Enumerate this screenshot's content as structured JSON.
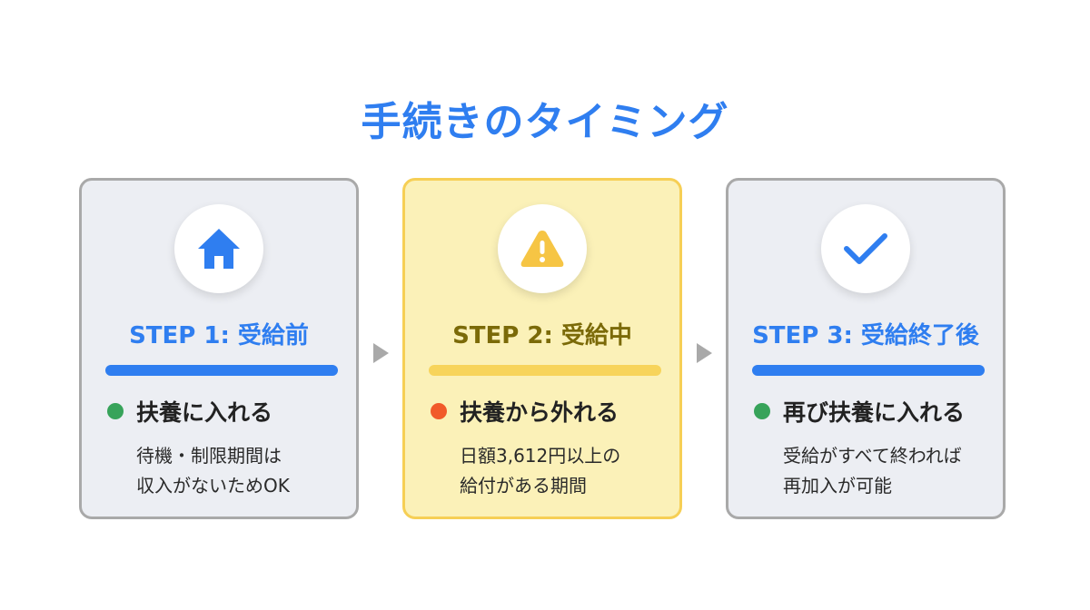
{
  "title": "手続きのタイミング",
  "steps": [
    {
      "title": "STEP 1: 受給前",
      "icon": "home-icon",
      "status": "扶養に入れる",
      "description": [
        "待機・制限期間は",
        "収入がないためOK"
      ]
    },
    {
      "title": "STEP 2: 受給中",
      "icon": "warning-icon",
      "status": "扶養から外れる",
      "description": [
        "日額3,612円以上の",
        "給付がある期間"
      ]
    },
    {
      "title": "STEP 3: 受給終了後",
      "icon": "check-icon",
      "status": "再び扶養に入れる",
      "description": [
        "受給がすべて終われば",
        "再加入が可能"
      ]
    }
  ],
  "colors": {
    "title": "#2f7ef0",
    "card_gray": "#eceef3",
    "card_yellow": "#fbf1b8",
    "status_ok": "#37a35a",
    "status_ng": "#f15a2a"
  }
}
